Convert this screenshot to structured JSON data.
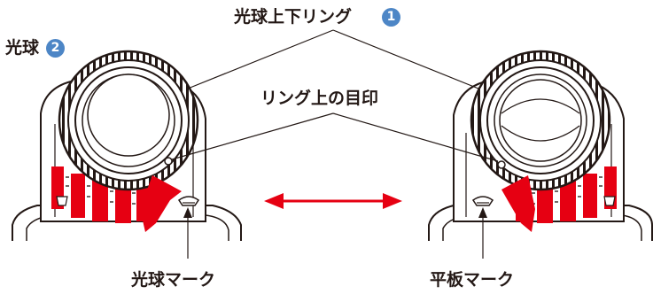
{
  "labels": {
    "lamp_ring": "光球上下リング",
    "lamp_ring_badge": "1",
    "lamp": "光球",
    "lamp_badge": "2",
    "ring_mark": "リング上の目印",
    "lamp_mark": "光球マーク",
    "plate_mark": "平板マーク"
  },
  "colors": {
    "arrow": "#e60012",
    "badge": "#4d86c6",
    "line": "#231815"
  }
}
